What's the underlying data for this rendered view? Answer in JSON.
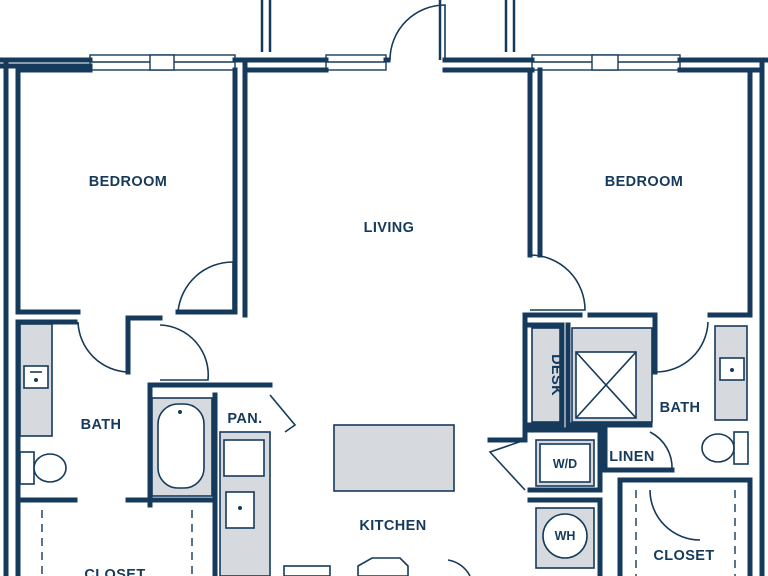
{
  "plan": {
    "colors": {
      "wall": "#153a5b",
      "fixture_fill": "#d6d9de",
      "background": "#ffffff"
    },
    "rooms": {
      "bedroom_left": "BEDROOM",
      "living": "LIVING",
      "bedroom_right": "BEDROOM",
      "bath_left": "BATH",
      "pantry": "PAN.",
      "kitchen": "KITCHEN",
      "desk": "DESK",
      "bath_right": "BATH",
      "washer_dryer": "W/D",
      "linen": "LINEN",
      "water_heater": "WH",
      "closet_right": "CLOSET",
      "closet_left": "CLOSET"
    },
    "fixture_icons": [
      "sink-icon",
      "toilet-icon",
      "bathtub-icon",
      "shower-icon",
      "kitchen-island-icon",
      "door-swing-icon"
    ]
  }
}
